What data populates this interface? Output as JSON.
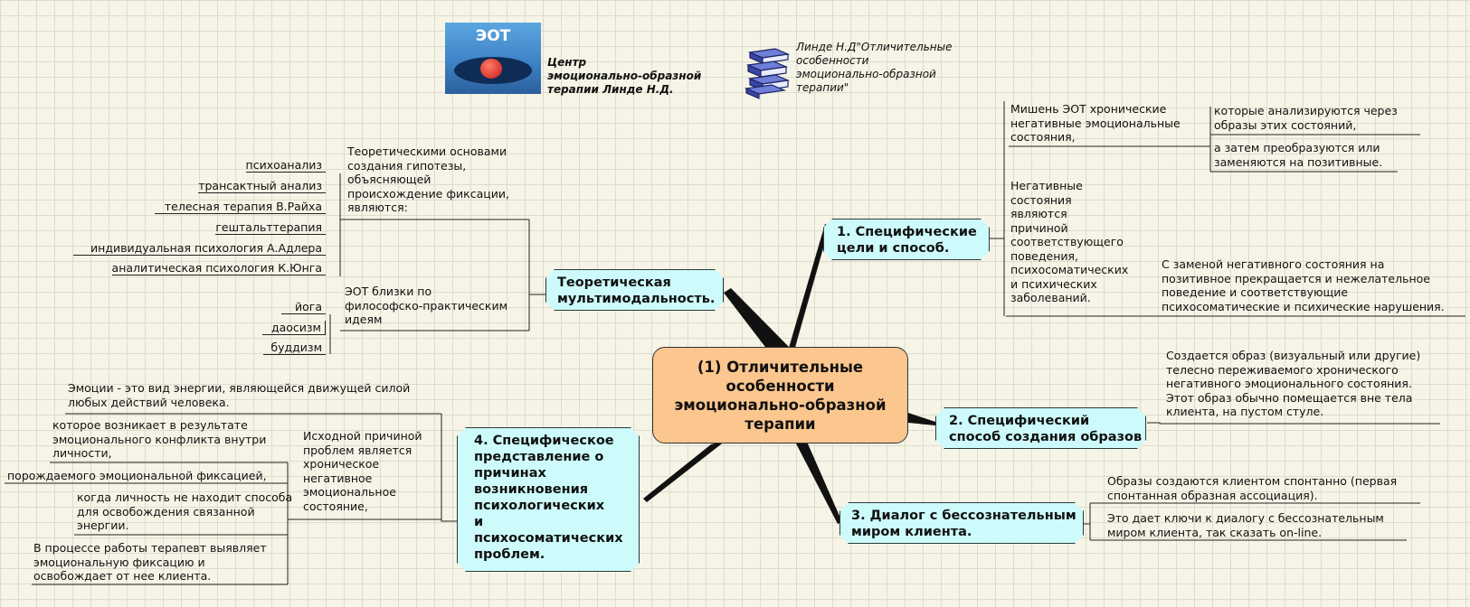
{
  "header": {
    "logo_text": "ЭОТ",
    "center_caption": "Центр\nэмоционально-образной\nтерапии Линде Н.Д.",
    "book_caption": "Линде Н.Д\"Отличительные\nособенности\nэмоционально-образной\nтерапии\""
  },
  "central": {
    "title": "(1) Отличительные\nособенности\nэмоционально-образной\nтерапии"
  },
  "branches": {
    "b1": "1. Специфические\nцели и способ.",
    "b2": "2. Специфический\nспособ создания образов",
    "b3": "3. Диалог с бессознательным\nмиром клиента.",
    "b4": "4. Специфическое\nпредставление о\nпричинах\nвозникновения\nпсихологических\nи\nпсихосоматических\nпроблем.",
    "b5": "Теоретическая\nмультимодальность."
  },
  "b1_notes": {
    "target": "Мишень ЭОТ   хронические\nнегативные эмоциональные\nсостояния,",
    "analyzed": "которые  анализируются через\nобразы этих  состояний,",
    "transformed": "а затем преобразуются или\nзаменяются на позитивные.",
    "negative": "Негативные\nсостояния\nявляются\nпричиной\nсоответствующего\nповедения,\nпсихосоматических\nи психических\nзаболеваний.",
    "replacement": "С заменой негативного состояния на\nпозитивное прекращается и   нежелательное\nповедение и соответствующие\nпсихосоматические и психические нарушения."
  },
  "b2_note": "Создается образ (визуальный или другие)\nтелесно переживаемого хронического\nнегативного эмоционального  состояния.\nЭтот образ обычно помещается  вне тела\nклиента, на пустом стуле.",
  "b3_notes": {
    "spontaneous": "Образы создаются клиентом спонтанно (первая\nспонтанная образная ассоциация).",
    "keys": "Это дает ключи к диалогу с бессознательным\nмиром клиента, так сказать on-line."
  },
  "b4_notes": {
    "emotions": "Эмоции - это вид энергии, являющейся движущей силой\nлюбых действий человека.",
    "cause": "Исходной причиной\nпроблем является\nхроническое\nнегативное\nэмоциональное\nсостояние,",
    "conflict": "которое возникает в результате\nэмоционального конфликта внутри\nличности,",
    "fixation": "порождаемого эмоциональной фиксацией,",
    "no_way": "когда личность не находит способа\nдля освобождения связанной\nэнергии.",
    "therapy": "В процессе работы терапевт выявляет\nэмоциональную фиксацию  и\nосвобождает от нее клиента."
  },
  "b5_notes": {
    "theory_intro": "Теоретическими основами\nсоздания гипотезы,\nобъясняющей\nпроисхождение фиксации,\nявляются:",
    "theories": [
      "психоанализ",
      "трансактный анализ",
      "телесная терапия В.Райха",
      "гештальттерапия",
      "индивидуальная психология А.Адлера",
      "аналитическая психология К.Юнга"
    ],
    "philosophy_intro": "ЭОТ близки  по\nфилософско-практическим\nидеям",
    "philosophies": [
      "йога",
      "даосизм",
      "буддизм"
    ]
  },
  "colors": {
    "node_fill": "#cdfbfb",
    "central_fill": "#fcc68f",
    "line": "#111111",
    "grid": "#dcdccc"
  }
}
